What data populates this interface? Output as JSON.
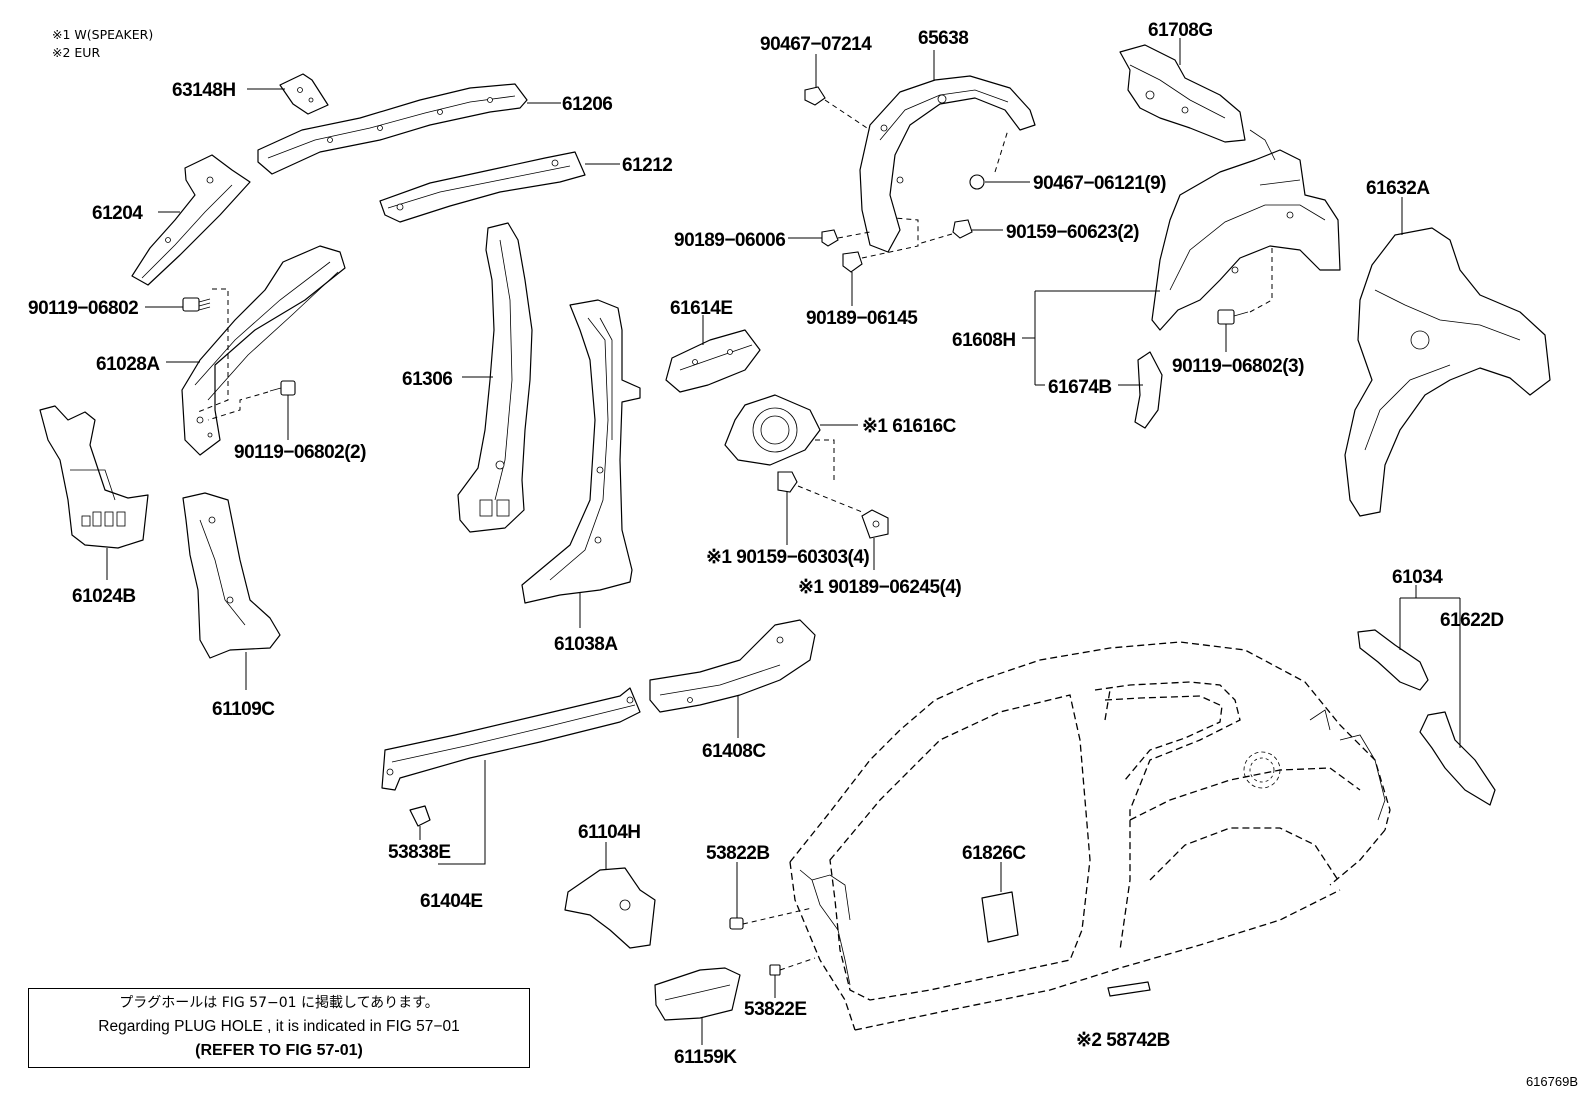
{
  "legend": {
    "note1": "※1 W(SPEAKER)",
    "note2": "※2 EUR"
  },
  "plug_note": {
    "japanese": "プラグホールは FIG 57−01 に掲載してあります。",
    "english": "Regarding  PLUG  HOLE , it is indicated in  FIG  57−01",
    "refer": "(REFER  TO  FIG  57-01)"
  },
  "figure_id": "616769B",
  "labels": {
    "p63148H": "63148H",
    "p61206": "61206",
    "p61212": "61212",
    "p61204": "61204",
    "p90119_06802": "90119−06802",
    "p61028A": "61028A",
    "p90119_06802_2": "90119−06802(2)",
    "p61024B": "61024B",
    "p61109C": "61109C",
    "p61306": "61306",
    "p61038A": "61038A",
    "p90467_07214": "90467−07214",
    "p65638": "65638",
    "p90467_06121": "90467−06121(9)",
    "p90189_06006": "90189−06006",
    "p90159_60623": "90159−60623(2)",
    "p90189_06145": "90189−06145",
    "p61614E": "61614E",
    "p61616C": "※1 61616C",
    "p90159_60303": "※1 90159−60303(4)",
    "p90189_06245": "※1 90189−06245(4)",
    "p61708G": "61708G",
    "p61632A": "61632A",
    "p61608H": "61608H",
    "p61674B": "61674B",
    "p90119_06802_3": "90119−06802(3)",
    "p61034": "61034",
    "p61622D": "61622D",
    "p61408C": "61408C",
    "p53838E": "53838E",
    "p61404E": "61404E",
    "p61104H": "61104H",
    "p53822B": "53822B",
    "p61826C": "61826C",
    "p53822E": "53822E",
    "p61159K": "61159K",
    "p58742B": "※2 58742B"
  }
}
